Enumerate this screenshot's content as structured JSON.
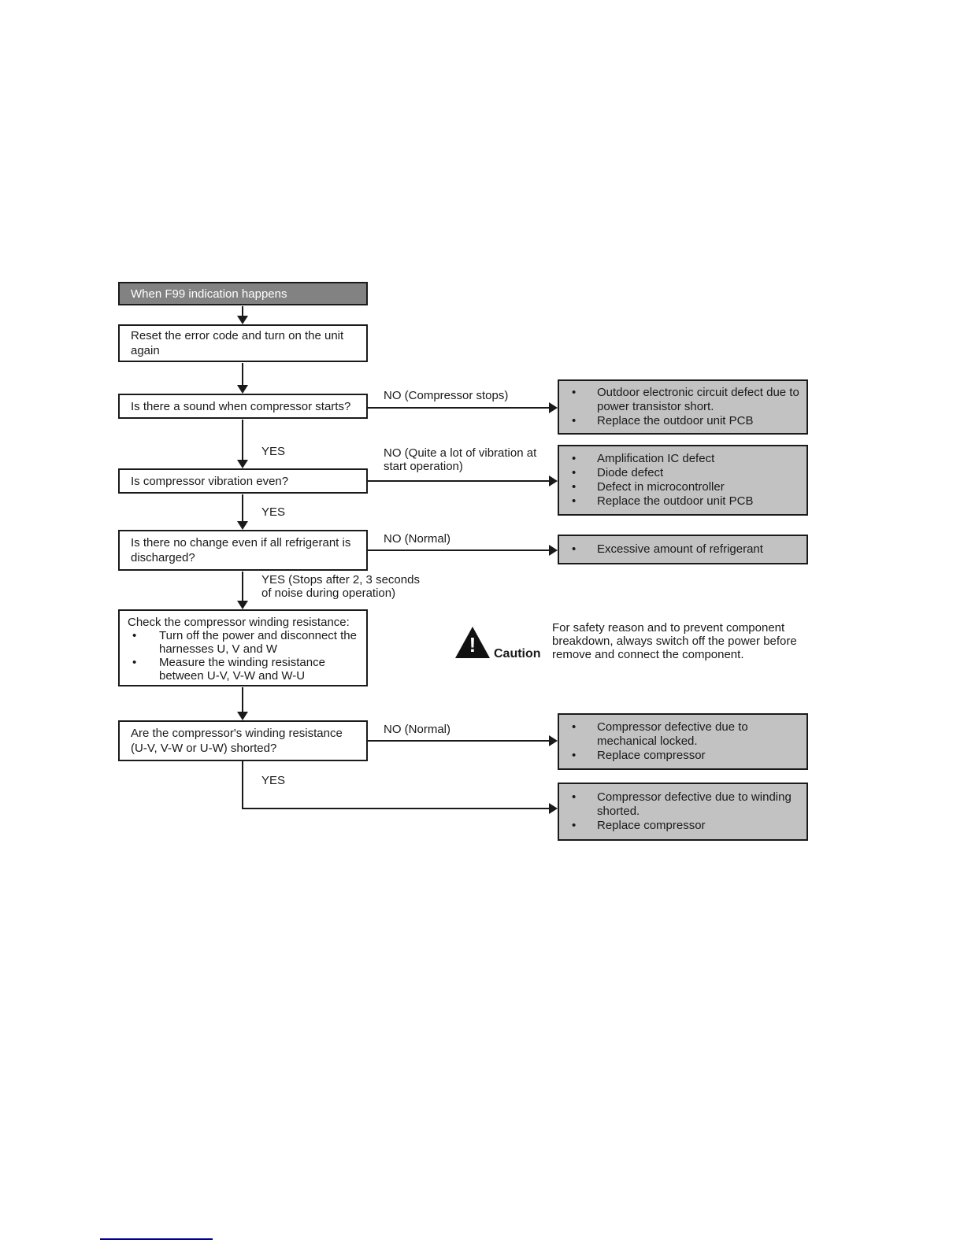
{
  "colors": {
    "header-bg": "#828282",
    "header-text": "#ffffff",
    "result-bg": "#c2c2c2",
    "line": "#1a1a1a",
    "text": "#1a1a1a",
    "footer-line": "#00008b"
  },
  "flowchart": {
    "start": "When F99 indication happens",
    "boxes": {
      "reset": "Reset the error code and turn on the unit again",
      "q_sound": "Is there a sound when compressor starts?",
      "q_vibration": "Is compressor vibration even?",
      "q_refrigerant": "Is there no change even if all refrigerant is discharged?",
      "check_title": "Check the compressor winding resistance:",
      "check_bullets": [
        "Turn off the power and disconnect the harnesses U, V and W",
        "Measure the winding resistance between U-V, V-W and W-U"
      ],
      "q_shorted": "Are the compressor's winding resistance (U-V, V-W or U-W) shorted?"
    },
    "branch_labels": {
      "yes_sound": "YES",
      "yes_vibration": "YES",
      "yes_refrigerant": "YES (Stops after 2, 3 seconds of noise during operation)",
      "yes_shorted": "YES",
      "no_sound": "NO (Compressor stops)",
      "no_vibration": "NO (Quite a lot of vibration at start operation)",
      "no_refrigerant": "NO (Normal)",
      "no_shorted": "NO (Normal)"
    },
    "results": {
      "pcb_transistor": [
        "Outdoor electronic circuit defect due to power transistor short.",
        "Replace the outdoor unit PCB"
      ],
      "ic_diode_micro": [
        "Amplification IC defect",
        "Diode defect",
        "Defect in microcontroller",
        "Replace the outdoor unit PCB"
      ],
      "excess_refrigerant": [
        "Excessive amount of refrigerant"
      ],
      "mechanical_locked": [
        "Compressor defective due to mechanical locked.",
        "Replace compressor"
      ],
      "winding_shorted": [
        "Compressor defective due to winding shorted.",
        "Replace compressor"
      ]
    },
    "caution": {
      "label": "Caution",
      "text": "For safety reason and to prevent component breakdown, always switch off the power before remove and connect the component."
    }
  }
}
